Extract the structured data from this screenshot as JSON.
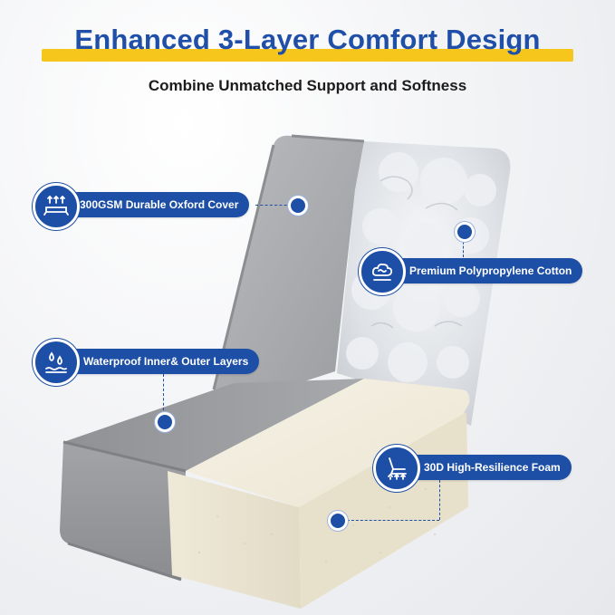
{
  "header": {
    "title": "Enhanced 3-Layer Comfort Design",
    "subtitle": "Combine Unmatched Support and Softness"
  },
  "callouts": [
    {
      "label": "300GSM Durable Oxford Cover",
      "icon": "stretch-fabric-icon"
    },
    {
      "label": "Premium Polypropylene Cotton",
      "icon": "cotton-cloud-icon"
    },
    {
      "label": "Waterproof Inner& Outer Layers",
      "icon": "water-drops-icon"
    },
    {
      "label": "30D High-Resilience Foam",
      "icon": "resilience-recliner-icon"
    }
  ],
  "colors": {
    "accent_blue": "#1d4fa6",
    "highlight_yellow": "#f6c61c",
    "cover_gray": "#a9abae",
    "foam_cream": "#f1ecdd"
  }
}
